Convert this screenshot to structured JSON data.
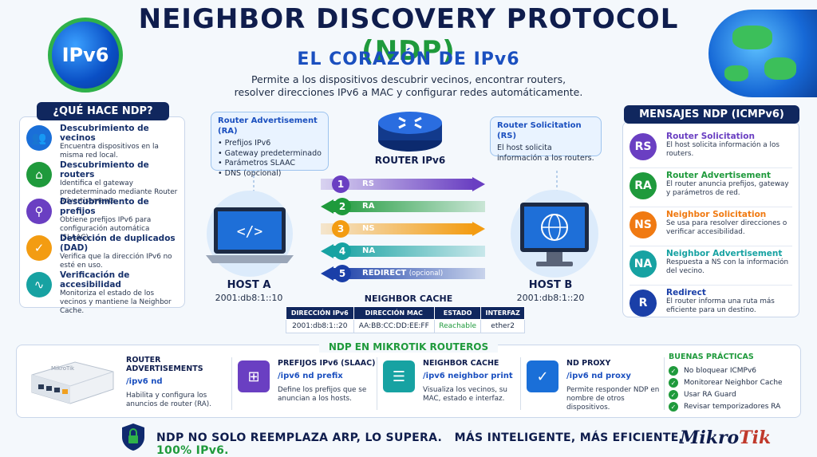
{
  "header": {
    "title_main": "NEIGHBOR DISCOVERY PROTOCOL",
    "title_accent": "(NDP)",
    "subtitle": "EL CORAZÓN DE IPv6",
    "description_line1": "Permite a los dispositivos descubrir vecinos, encontrar routers,",
    "description_line2": "resolver direcciones IPv6 a MAC y configurar redes automáticamente.",
    "logo_text": "IPv6"
  },
  "what_ndp": {
    "heading": "¿QUÉ HACE NDP?",
    "items": [
      {
        "title": "Descubrimiento de vecinos",
        "desc": "Encuentra dispositivos en la misma red local.",
        "color": "#1a6fd8",
        "icon": "users-icon",
        "glyph": "👥"
      },
      {
        "title": "Descubrimiento de routers",
        "desc": "Identifica el gateway predeterminado mediante Router Advertisements.",
        "color": "#1f9a3c",
        "icon": "router-icon",
        "glyph": "⌂"
      },
      {
        "title": "Descubrimiento de prefijos",
        "desc": "Obtiene prefijos IPv6 para configuración automática (SLAAC).",
        "color": "#6a3fc2",
        "icon": "network-icon",
        "glyph": "⚲"
      },
      {
        "title": "Detección de duplicados (DAD)",
        "desc": "Verifica que la dirección IPv6 no esté en uso.",
        "color": "#f39c12",
        "icon": "shield-check-icon",
        "glyph": "✓"
      },
      {
        "title": "Verificación de accesibilidad",
        "desc": "Monitoriza el estado de los vecinos y mantiene la Neighbor Cache.",
        "color": "#17a2a2",
        "icon": "pulse-icon",
        "glyph": "∿"
      }
    ]
  },
  "ra_bubble": {
    "title": "Router Advertisement (RA)",
    "items": [
      "Prefijos IPv6",
      "Gateway predeterminado",
      "Parámetros SLAAC",
      "DNS (opcional)"
    ]
  },
  "rs_bubble": {
    "title": "Router Solicitation (RS)",
    "desc": "El host solicita información a los routers."
  },
  "router": {
    "label": "ROUTER IPv6"
  },
  "flows": [
    {
      "num": "1",
      "label": "RS",
      "color": "#6a3fc2",
      "dir": "right"
    },
    {
      "num": "2",
      "label": "RA",
      "color": "#1f9a3c",
      "dir": "left"
    },
    {
      "num": "3",
      "label": "NS",
      "color": "#f39c12",
      "dir": "right"
    },
    {
      "num": "4",
      "label": "NA",
      "color": "#17a2a2",
      "dir": "left"
    },
    {
      "num": "5",
      "label": "REDIRECT",
      "label_extra": "(opcional)",
      "color": "#1a3fa8",
      "dir": "left"
    }
  ],
  "host_a": {
    "label": "HOST A",
    "ip": "2001:db8:1::10"
  },
  "host_b": {
    "label": "HOST B",
    "ip": "2001:db8:1::20"
  },
  "neighbor_cache": {
    "title": "NEIGHBOR CACHE",
    "headers": [
      "DIRECCIÓN IPv6",
      "DIRECCIÓN MAC",
      "ESTADO",
      "INTERFAZ"
    ],
    "row": [
      "2001:db8:1::20",
      "AA:BB:CC:DD:EE:FF",
      "Reachable",
      "ether2"
    ]
  },
  "messages": {
    "heading": "MENSAJES NDP (ICMPv6)",
    "items": [
      {
        "abbr": "RS",
        "title": "Router Solicitation",
        "desc": "El host solicita información a los routers.",
        "color": "#6a3fc2"
      },
      {
        "abbr": "RA",
        "title": "Router Advertisement",
        "desc": "El router anuncia prefijos, gateway y parámetros de red.",
        "color": "#1f9a3c"
      },
      {
        "abbr": "NS",
        "title": "Neighbor Solicitation",
        "desc": "Se usa para resolver direcciones o verificar accesibilidad.",
        "color": "#f07a12"
      },
      {
        "abbr": "NA",
        "title": "Neighbor Advertisement",
        "desc": "Respuesta a NS con la información del vecino.",
        "color": "#17a2a2"
      },
      {
        "abbr": "R",
        "title": "Redirect",
        "desc": "El router informa una ruta más eficiente para un destino.",
        "color": "#1a3fa8"
      }
    ]
  },
  "mikrotik": {
    "heading": "NDP EN MIKROTIK ROUTEROS",
    "device_brand": "MikroTik",
    "sections": [
      {
        "title": "ROUTER ADVERTISEMENTS",
        "cmd": "/ipv6 nd",
        "desc": "Habilita y configura los anuncios de router (RA)."
      },
      {
        "title": "PREFIJOS IPv6 (SLAAC)",
        "cmd": "/ipv6 nd prefix",
        "desc": "Define los prefijos que se anuncian a los hosts.",
        "color": "#6a3fc2",
        "icon": "hierarchy-icon",
        "glyph": "⊞"
      },
      {
        "title": "NEIGHBOR CACHE",
        "cmd": "/ipv6 neighbor print",
        "desc": "Visualiza los vecinos, su MAC, estado e interfaz.",
        "color": "#17a2a2",
        "icon": "user-list-icon",
        "glyph": "☰"
      },
      {
        "title": "ND PROXY",
        "cmd": "/ipv6 nd proxy",
        "desc": "Permite responder NDP en nombre de otros dispositivos.",
        "color": "#1a6fd8",
        "icon": "shield-icon",
        "glyph": "✓"
      }
    ],
    "best_practices": {
      "title": "BUENAS PRÁCTICAS",
      "items": [
        "No bloquear ICMPv6",
        "Monitorear Neighbor Cache",
        "Usar RA Guard",
        "Revisar temporizadores RA"
      ]
    }
  },
  "footer": {
    "text_main": "NDP NO SOLO REEMPLAZA ARP, LO SUPERA.   MÁS INTELIGENTE, MÁS EFICIENTE,",
    "text_accent": "100% IPv6.",
    "logo_left": "Mikro",
    "logo_right": "Tik"
  }
}
